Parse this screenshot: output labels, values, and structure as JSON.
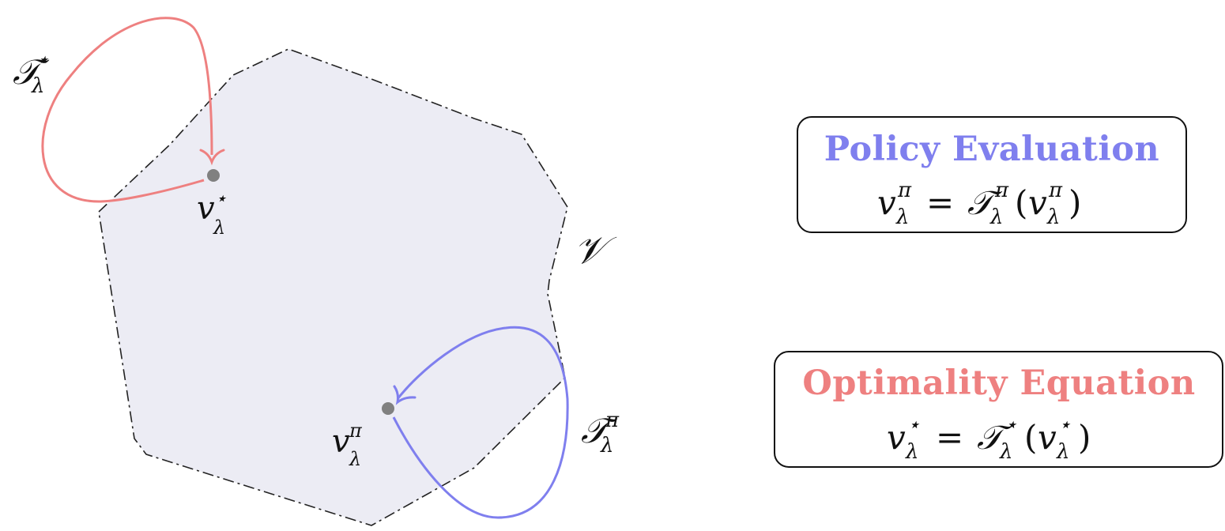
{
  "colors": {
    "region_fill": "#ececf4",
    "region_stroke": "#222222",
    "optimal": "#ee8080",
    "policy": "#7f7fee",
    "point": "#808080",
    "box_stroke": "#111111"
  },
  "region": {
    "label": "𝒱"
  },
  "optimal_operator": {
    "base": "𝒯",
    "sup": "⋆",
    "sub": "λ"
  },
  "optimal_point": {
    "base": "v",
    "sup": "⋆",
    "sub": "λ"
  },
  "policy_operator": {
    "base": "𝒯",
    "sup": "π",
    "sub": "λ"
  },
  "policy_point": {
    "base": "v",
    "sup": "π",
    "sub": "λ"
  },
  "policy_box": {
    "title": "Policy Evaluation",
    "lhs": {
      "base": "v",
      "sup": "π",
      "sub": "λ"
    },
    "eq": "=",
    "op": {
      "base": "𝒯",
      "sup": "π",
      "sub": "λ"
    },
    "arg": {
      "open": "(",
      "base": "v",
      "sup": "π",
      "sub": "λ",
      "close": ")"
    }
  },
  "optimality_box": {
    "title": "Optimality Equation",
    "lhs": {
      "base": "v",
      "sup": "⋆",
      "sub": "λ"
    },
    "eq": "=",
    "op": {
      "base": "𝒯",
      "sup": "⋆",
      "sub": "λ"
    },
    "arg": {
      "open": "(",
      "base": "v",
      "sup": "⋆",
      "sub": "λ",
      "close": ")"
    }
  }
}
